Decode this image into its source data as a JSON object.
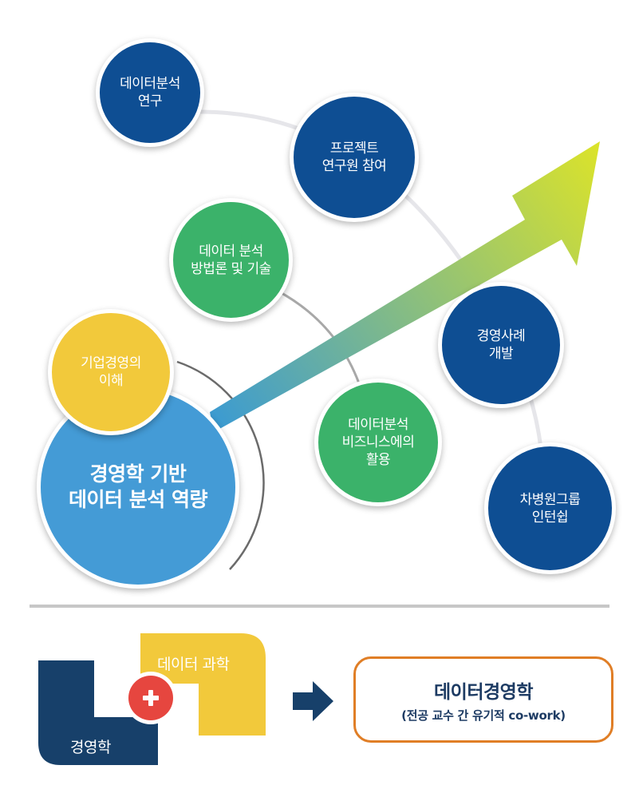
{
  "circles": {
    "data_analysis_research": [
      "데이터분석",
      "연구"
    ],
    "project_researcher": [
      "프로젝트",
      "연구원 참여"
    ],
    "methodology": [
      "데이터 분석",
      "방법론 및 기술"
    ],
    "case_development": [
      "경영사례",
      "개발"
    ],
    "business_understanding": [
      "기업경영의",
      "이해"
    ],
    "business_application": [
      "데이터분석",
      "비즈니스에의",
      "활용"
    ],
    "internship": [
      "차병원그룹",
      "인턴쉽"
    ],
    "core_capability": [
      "경영학 기반",
      "데이터 분석 역량"
    ]
  },
  "bottom": {
    "management_label": "경영학",
    "data_science_label": "데이터 과학",
    "plus_symbol": "+",
    "result_title": "데이터경영학",
    "result_subtitle": "(전공 교수 간 유기적 co-work)"
  },
  "colors": {
    "dark_blue": "#0e4e93",
    "green": "#3bb26a",
    "yellow": "#f2c93b",
    "light_blue": "#449bd6",
    "navy": "#17406a",
    "plus_red": "#e6463f",
    "box_border": "#e07e26",
    "arrow_start": "#3a9ad3",
    "arrow_end": "#dbe32a"
  },
  "icons": [
    "plus-icon",
    "arrow-right-icon",
    "growth-arrow-icon"
  ]
}
